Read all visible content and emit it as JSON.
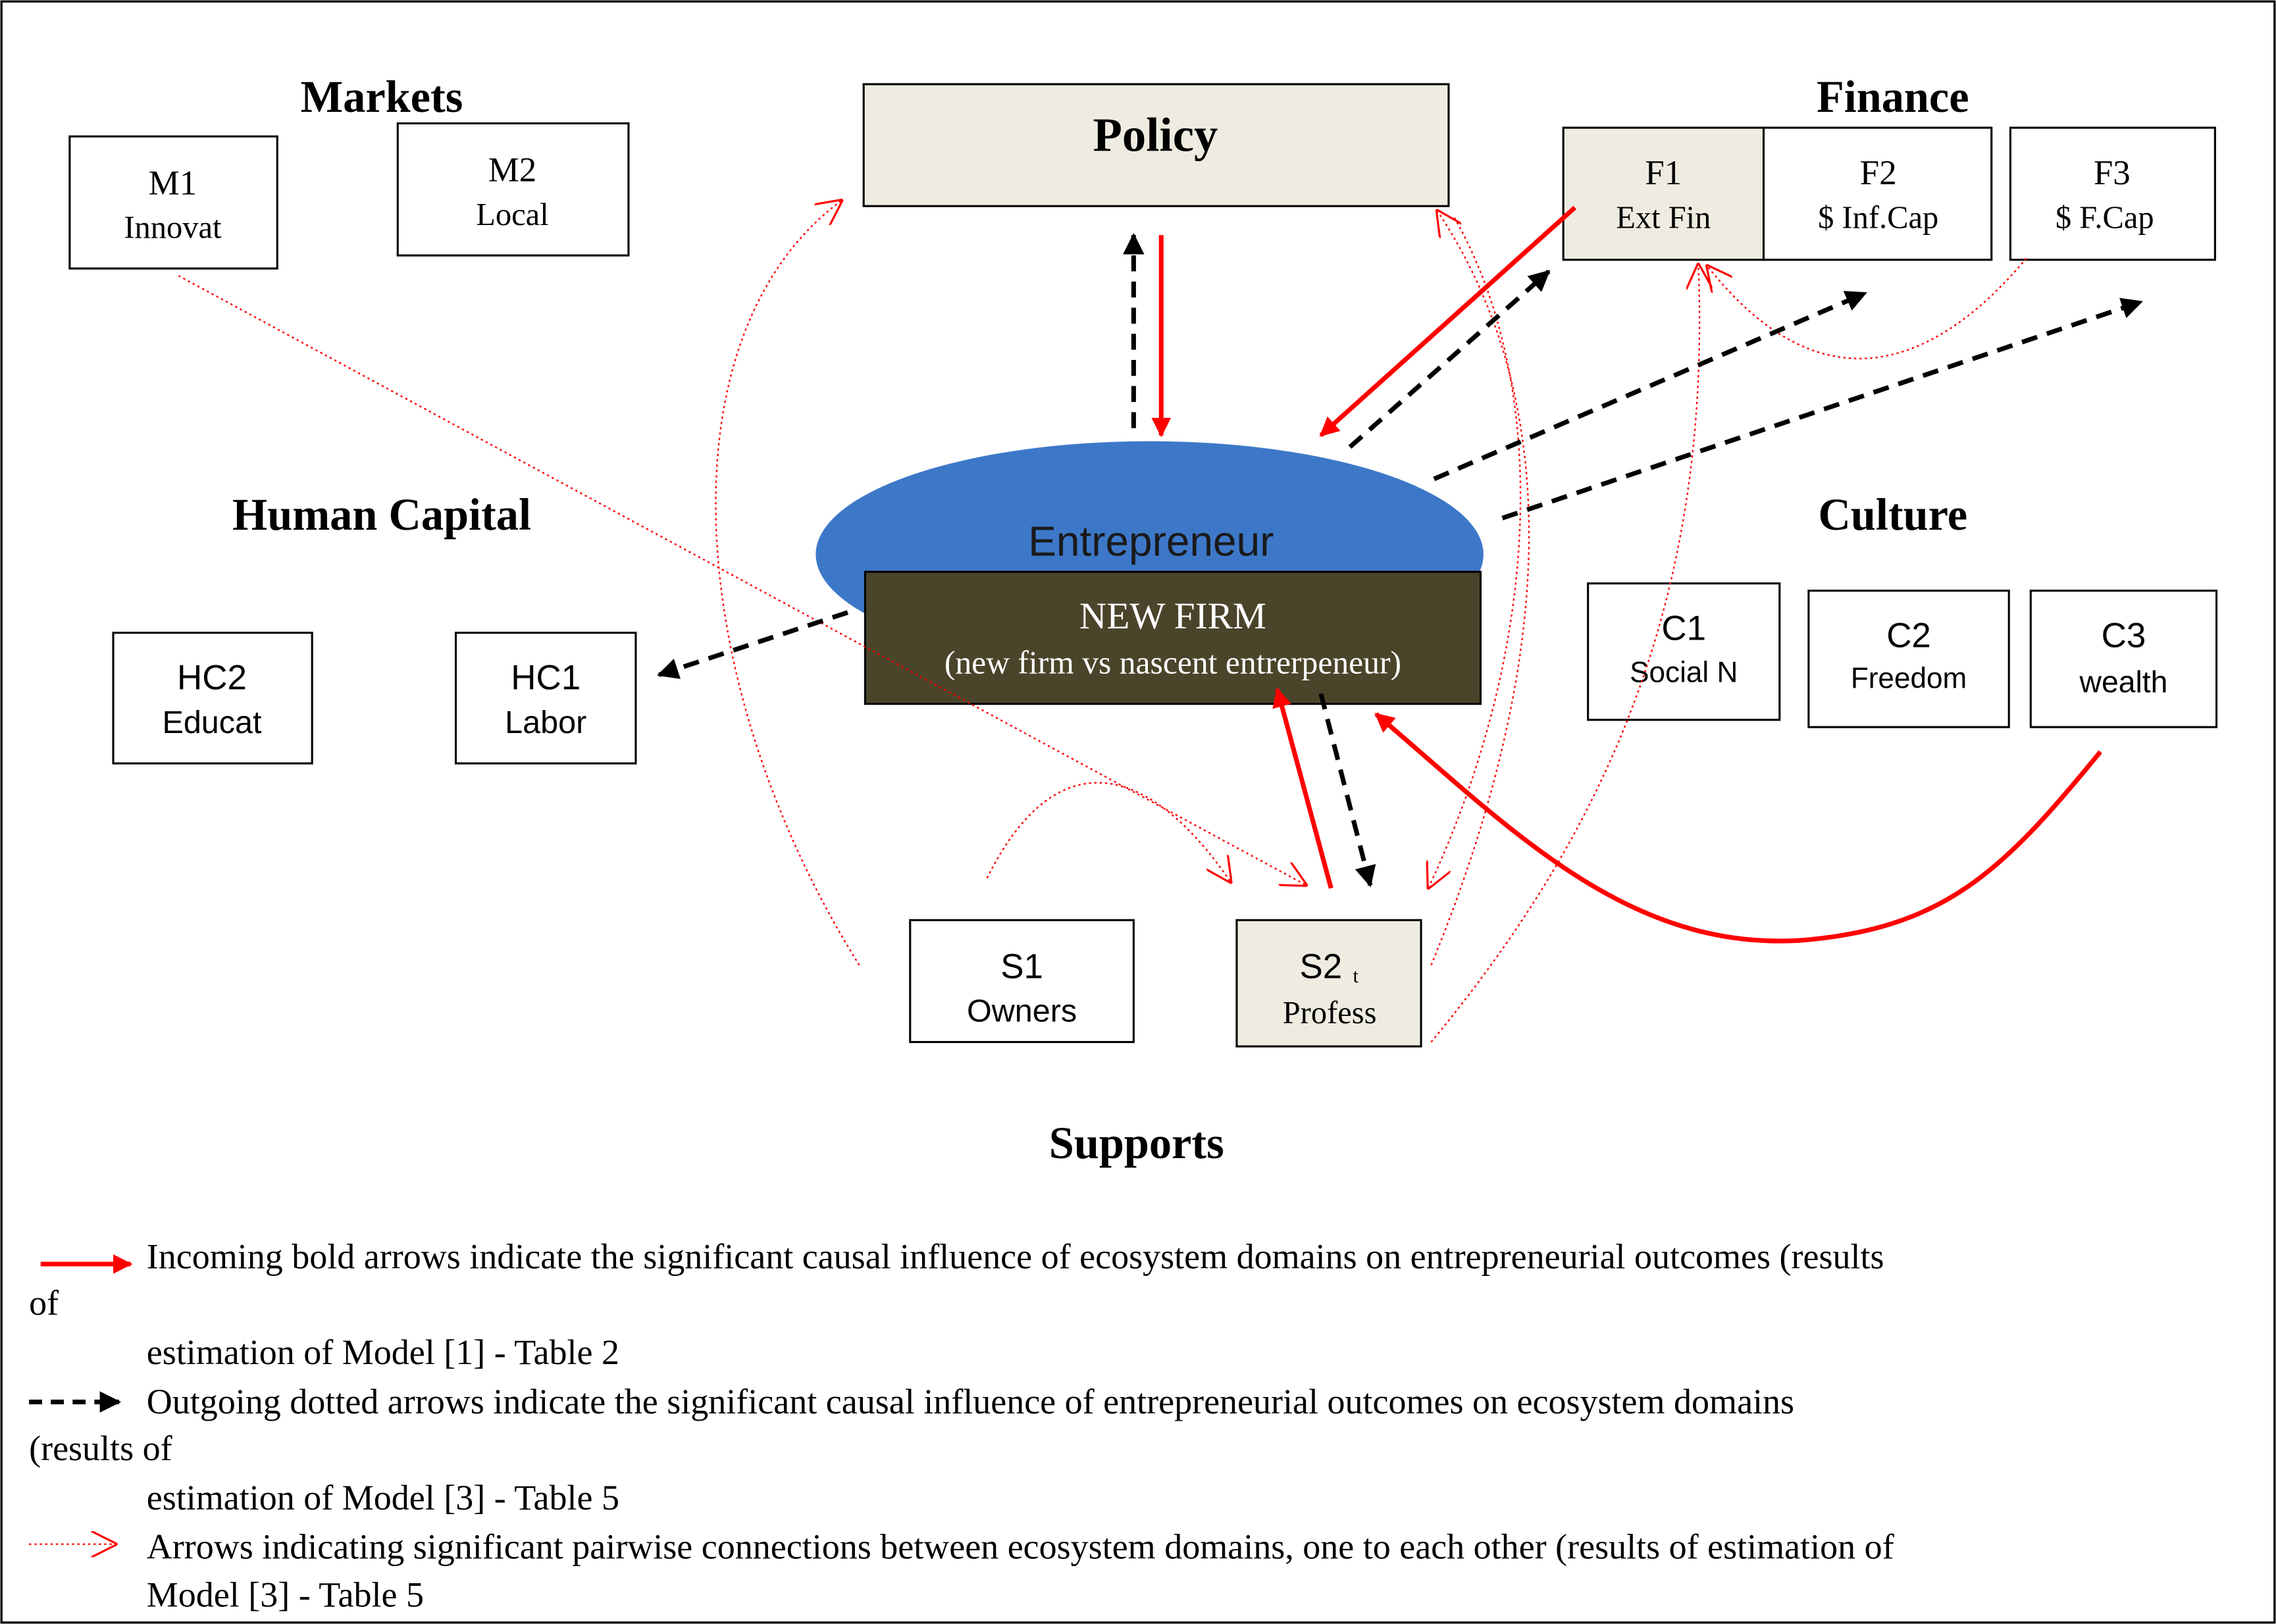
{
  "colors": {
    "incoming": "#ff0000",
    "outgoing": "#000000",
    "pairwise": "#ff0000",
    "entrepreneur_ellipse": "#3d78c8",
    "new_firm_box": "#4a442a",
    "shaded_box": "#eeece1"
  },
  "domains": {
    "markets": "Markets",
    "policy": "Policy",
    "finance": "Finance",
    "human_capital": "Human Capital",
    "culture": "Culture",
    "supports": "Supports"
  },
  "boxes": {
    "m1": {
      "title": "M1",
      "sub": "Innovat"
    },
    "m2": {
      "title": "M2",
      "sub": "Local"
    },
    "f1": {
      "title": "F1",
      "sub": "Ext Fin"
    },
    "f2": {
      "title": "F2",
      "sub": "$ Inf.Cap"
    },
    "f3": {
      "title": "F3",
      "sub": "$ F.Cap"
    },
    "hc2": {
      "title": "HC2",
      "sub": "Educat"
    },
    "hc1": {
      "title": "HC1",
      "sub": "Labor"
    },
    "c1": {
      "title": "C1",
      "sub": "Social N"
    },
    "c2": {
      "title": "C2",
      "sub": "Freedom"
    },
    "c3": {
      "title": "C3",
      "sub": "wealth"
    },
    "s1": {
      "title": "S1",
      "sub": "Owners"
    },
    "s2": {
      "title": "S2",
      "subscript": "t",
      "sub": "Profess"
    }
  },
  "center": {
    "entrepreneur": "Entrepreneur",
    "new_firm": "NEW FIRM",
    "new_firm_sub": "(new firm vs nascent entrerpeneur)"
  },
  "legend": {
    "incoming": {
      "line1": "Incoming bold arrows indicate the significant causal influence of ecosystem domains on entrepreneurial outcomes (results",
      "line2": "of",
      "line3": "estimation of Model [1] - Table 2"
    },
    "outgoing": {
      "line1": "Outgoing dotted arrows indicate the significant causal influence of entrepreneurial outcomes on ecosystem domains",
      "line2": "(results of",
      "line3": "estimation of Model [3] - Table 5"
    },
    "pairwise": {
      "line1": "Arrows indicating significant pairwise connections between ecosystem domains, one to each other (results of estimation of",
      "line2": "Model [3] - Table 5"
    }
  }
}
